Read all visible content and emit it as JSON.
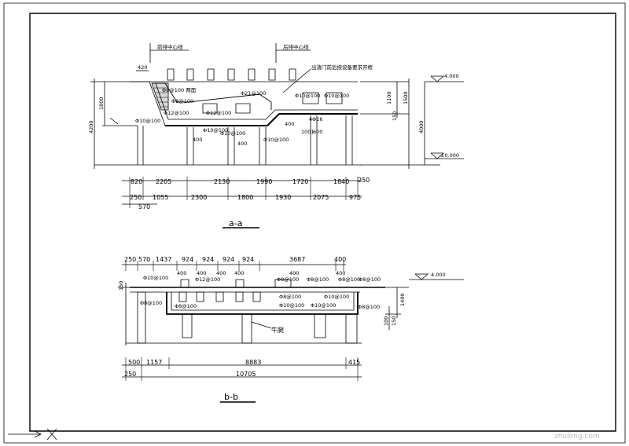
{
  "section_aa": {
    "title": "a-a",
    "center_line_front": "前排中心线",
    "center_line_rear": "后排中心线",
    "note_leader": "出渣门前后按设备要求开框",
    "top_left_dim": "420",
    "left_dims": [
      "1800",
      "4200"
    ],
    "right_dims": [
      "1100",
      "1500",
      "150",
      "4000"
    ],
    "elevations": [
      "4.000",
      "±0.000"
    ],
    "rebar_labels": [
      "Φ8@100 两面",
      "Φ8@100",
      "Φ12@100",
      "Φ10@100",
      "Φ12@100",
      "Φ21@100",
      "Φ10@100",
      "Φ10@100",
      "Φ10@100",
      "Φ10@100",
      "4Φ16",
      "Φ10@100"
    ],
    "small_dims": [
      "400",
      "400",
      "400",
      "1001",
      "600"
    ],
    "dim_row1": [
      "820",
      "2205",
      "2130",
      "1990",
      "1720",
      "1840",
      "250"
    ],
    "dim_row2": [
      "250",
      "1055",
      "2300",
      "1800",
      "1930",
      "2075",
      "975"
    ],
    "dim_row3": [
      "570"
    ]
  },
  "section_bb": {
    "title": "b-b",
    "dim_top": [
      "250",
      "570",
      "1437",
      "924",
      "924",
      "924",
      "924",
      "3687",
      "400"
    ],
    "small_dims": [
      "400",
      "400",
      "400",
      "400",
      "400",
      "400"
    ],
    "rebar_labels": [
      "Φ10@100",
      "Φ12@100",
      "Φ8@100",
      "Φ8@100",
      "Φ8@100",
      "Φ8@100",
      "Φ8@100",
      "Φ8@100",
      "Φ8@100",
      "Φ10@100",
      "Φ10@100",
      "Φ10@100",
      "Φ8@100"
    ],
    "left_dim": "150",
    "right_dims": [
      "1400",
      "100",
      "150"
    ],
    "elevation": "4.000",
    "beam_label": "牛腿",
    "dim_bottom1": [
      "500",
      "1157",
      "8883",
      "415"
    ],
    "dim_bottom2": [
      "250",
      "10705"
    ]
  },
  "watermark": "zhulong.com"
}
